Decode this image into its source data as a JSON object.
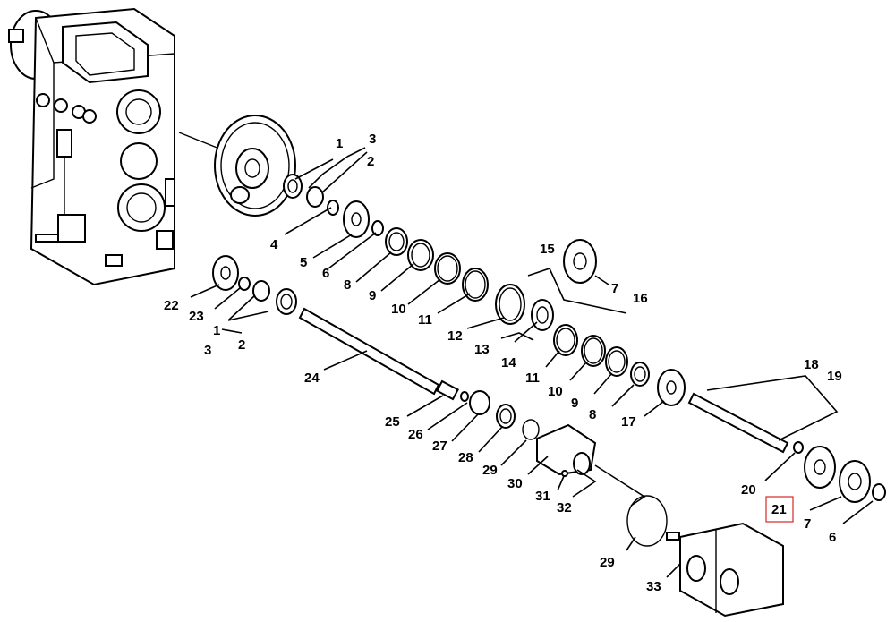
{
  "labels": [
    {
      "id": "l1a",
      "text": "1"
    },
    {
      "id": "l3a",
      "text": "3"
    },
    {
      "id": "l2a",
      "text": "2"
    },
    {
      "id": "l4",
      "text": "4"
    },
    {
      "id": "l5",
      "text": "5"
    },
    {
      "id": "l6a",
      "text": "6"
    },
    {
      "id": "l8a",
      "text": "8"
    },
    {
      "id": "l9a",
      "text": "9"
    },
    {
      "id": "l10a",
      "text": "10"
    },
    {
      "id": "l11a",
      "text": "11"
    },
    {
      "id": "l12",
      "text": "12"
    },
    {
      "id": "l13",
      "text": "13"
    },
    {
      "id": "l14",
      "text": "14"
    },
    {
      "id": "l15",
      "text": "15"
    },
    {
      "id": "l16",
      "text": "16"
    },
    {
      "id": "l7a",
      "text": "7"
    },
    {
      "id": "l22",
      "text": "22"
    },
    {
      "id": "l23",
      "text": "23"
    },
    {
      "id": "l1b",
      "text": "1"
    },
    {
      "id": "l3b",
      "text": "3"
    },
    {
      "id": "l2b",
      "text": "2"
    },
    {
      "id": "l24",
      "text": "24"
    },
    {
      "id": "l11b",
      "text": "11"
    },
    {
      "id": "l10b",
      "text": "10"
    },
    {
      "id": "l9b",
      "text": "9"
    },
    {
      "id": "l8b",
      "text": "8"
    },
    {
      "id": "l17",
      "text": "17"
    },
    {
      "id": "l18",
      "text": "18"
    },
    {
      "id": "l19",
      "text": "19"
    },
    {
      "id": "l25",
      "text": "25"
    },
    {
      "id": "l26",
      "text": "26"
    },
    {
      "id": "l27",
      "text": "27"
    },
    {
      "id": "l28",
      "text": "28"
    },
    {
      "id": "l29a",
      "text": "29"
    },
    {
      "id": "l30",
      "text": "30"
    },
    {
      "id": "l31",
      "text": "31"
    },
    {
      "id": "l32",
      "text": "32"
    },
    {
      "id": "l20",
      "text": "20"
    },
    {
      "id": "l21",
      "text": "21"
    },
    {
      "id": "l7b",
      "text": "7"
    },
    {
      "id": "l6b",
      "text": "6"
    },
    {
      "id": "l29b",
      "text": "29"
    },
    {
      "id": "l33",
      "text": "33"
    }
  ],
  "highlighted_part": "21",
  "colors": {
    "ink": "#000000",
    "highlight": "#d62828",
    "background": "#ffffff"
  }
}
